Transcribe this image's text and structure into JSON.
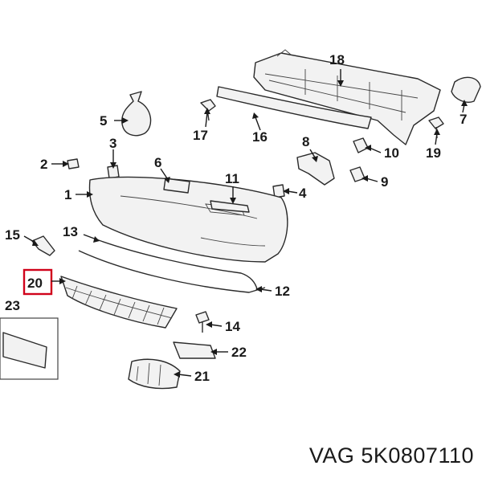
{
  "callouts": {
    "c1": "1",
    "c2": "2",
    "c3": "3",
    "c4": "4",
    "c5": "5",
    "c6": "6",
    "c7": "7",
    "c8": "8",
    "c9": "9",
    "c10": "10",
    "c11": "11",
    "c12": "12",
    "c13": "13",
    "c14": "14",
    "c15": "15",
    "c16": "16",
    "c17": "17",
    "c18": "18",
    "c19": "19",
    "c20": "20",
    "c21": "21",
    "c22": "22",
    "c23": "23"
  },
  "highlight_color": "#d0021b",
  "footer": {
    "part_number": "VAG 5K0807110"
  }
}
